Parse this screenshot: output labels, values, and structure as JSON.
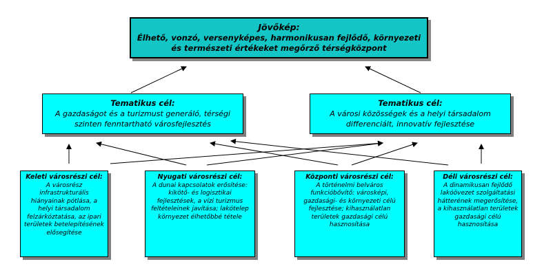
{
  "vision": {
    "title": "Jövőkép:",
    "text": "Élhető, vonzó, versenyképes, harmonikusan fejlődő, környezeti és természeti értékeket megőrző térségközpont"
  },
  "themes": [
    {
      "title": "Tematikus cél:",
      "text": "A gazdaságot és a turizmust generáló, térségi szinten fenntartható városfejlesztés"
    },
    {
      "title": "Tematikus cél:",
      "text": "A városi közösségek és a helyi társadalom differenciált, innovatív fejlesztése"
    }
  ],
  "goals": [
    {
      "title": "Keleti városrészi cél:",
      "text": "A városrész infrastrukturális hiányainak pótlása, a helyi társadalom felzárkóztatása, az ipari területek betelepítésének elősegítése"
    },
    {
      "title": "Nyugati városrészi cél:",
      "text": "A dunai kapcsolatok erősítése: kikötő- és logisztikai fejlesztések, a vízi turizmus feltételeinek javítása; lakótelep környezet élhetőbbé tétele"
    },
    {
      "title": "Központi városrészi cél:",
      "text": "A történelmi belváros funkcióbővítő: városképi, gazdasági- és környezeti célú fejlesztése; kihasználatlan területek gazdasági célú hasznosítása"
    },
    {
      "title": "Déli városrészi cél:",
      "text": "A dinamikusan fejlődő lakóövezet szolgáltatási hátterének megerősítése, a kihasználatlan területek gazdasági célú hasznosítása"
    }
  ]
}
